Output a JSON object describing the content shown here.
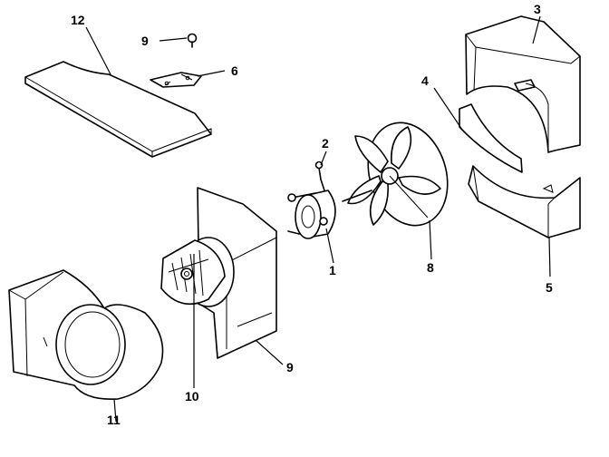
{
  "callouts": {
    "c1": "1",
    "c2": "2",
    "c3": "3",
    "c4": "4",
    "c5": "5",
    "c6": "6",
    "c8": "8",
    "c9a": "9",
    "c9b": "9",
    "c10": "10",
    "c11": "11",
    "c12": "12"
  }
}
